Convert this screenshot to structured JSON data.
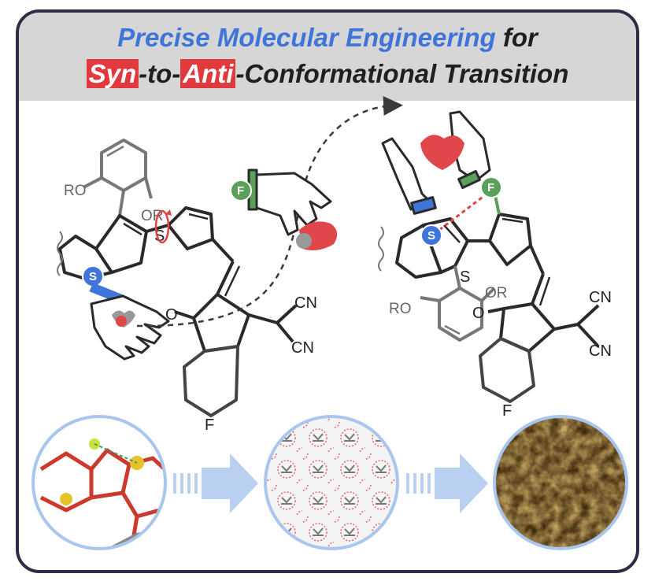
{
  "title": {
    "line1_em": "Precise Molecular Engineering",
    "line1_rest": " for",
    "line2_a": "Syn",
    "line2_b": "-to-",
    "line2_c": "Anti",
    "line2_d": "-Conformational Transition"
  },
  "labels": {
    "ro": "RO",
    "or": "OR",
    "s": "S",
    "f": "F",
    "cn": "CN",
    "o": "O"
  },
  "colors": {
    "accent_blue": "#3f74d8",
    "highlight_red": "#e03a3e",
    "banner_gray": "#d6d6d6",
    "frame": "#2d2d44",
    "fluorine_green": "#5aa05a",
    "heart_red": "#e0474a",
    "arrow_blue": "#b9d0f0"
  },
  "icons": [
    "hand-icon",
    "heart-icon",
    "thumbs-up-hand-icon",
    "caring-hands-icon",
    "circular-arrow-icon"
  ]
}
